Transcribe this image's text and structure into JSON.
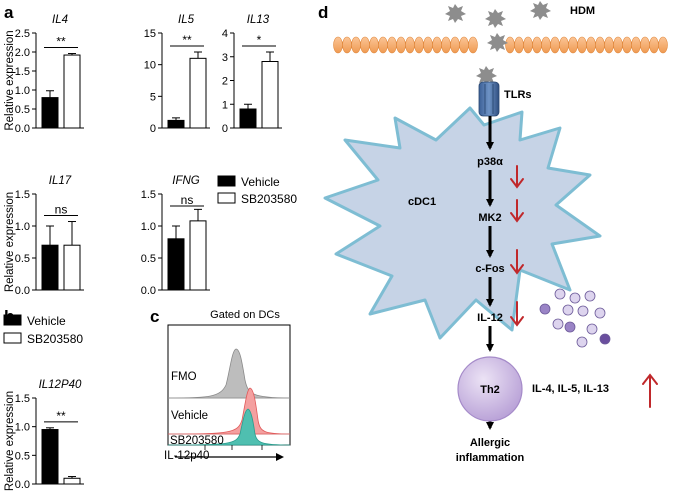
{
  "panel_labels": {
    "a": "a",
    "b": "b",
    "c": "c",
    "d": "d"
  },
  "y_axis_label": "Relative expression",
  "legend": {
    "vehicle": "Vehicle",
    "treated": "SB203580"
  },
  "legend_b": {
    "vehicle": "Vehicle",
    "treated": "SB203580"
  },
  "colors": {
    "vehicle": "#000000",
    "treated": "#ffffff",
    "cell": "#c9d6e8",
    "cell_edge": "#7fb6cf",
    "membrane": "#f4a766",
    "arrow_red": "#c0282b",
    "th2": "#c9b6e2",
    "fmo": "#b9b9b9",
    "vehicle_hist": "#f08b8b",
    "sb_hist": "#3fb7a8"
  },
  "chart_data": [
    {
      "type": "bar",
      "title": "IL4",
      "categories": [
        "Vehicle",
        "SB203580"
      ],
      "values": [
        0.8,
        1.92
      ],
      "errors": [
        0.18,
        0.04
      ],
      "ylim": [
        0,
        2.5
      ],
      "yticks": [
        "0.0",
        "0.5",
        "1.0",
        "1.5",
        "2.0",
        "2.5"
      ],
      "significance": "**",
      "ylabel": "Relative expression"
    },
    {
      "type": "bar",
      "title": "IL5",
      "categories": [
        "Vehicle",
        "SB203580"
      ],
      "values": [
        1.2,
        11.0
      ],
      "errors": [
        0.4,
        1.0
      ],
      "ylim": [
        0,
        15
      ],
      "yticks": [
        "0",
        "5",
        "10",
        "15"
      ],
      "significance": "**"
    },
    {
      "type": "bar",
      "title": "IL13",
      "categories": [
        "Vehicle",
        "SB203580"
      ],
      "values": [
        0.8,
        2.8
      ],
      "errors": [
        0.2,
        0.4
      ],
      "ylim": [
        0,
        4
      ],
      "yticks": [
        "0",
        "1",
        "2",
        "3",
        "4"
      ],
      "significance": "*"
    },
    {
      "type": "bar",
      "title": "IL17",
      "categories": [
        "Vehicle",
        "SB203580"
      ],
      "values": [
        0.7,
        0.7
      ],
      "errors": [
        0.3,
        0.37
      ],
      "ylim": [
        0,
        1.5
      ],
      "yticks": [
        "0.0",
        "0.5",
        "1.0",
        "1.5"
      ],
      "significance": "ns",
      "ylabel": "Relative expression"
    },
    {
      "type": "bar",
      "title": "IFNG",
      "categories": [
        "Vehicle",
        "SB203580"
      ],
      "values": [
        0.8,
        1.08
      ],
      "errors": [
        0.2,
        0.18
      ],
      "ylim": [
        0,
        1.5
      ],
      "yticks": [
        "0.0",
        "0.5",
        "1.0",
        "1.5"
      ],
      "significance": "ns"
    },
    {
      "type": "bar",
      "title": "IL12P40",
      "categories": [
        "Vehicle",
        "SB203580"
      ],
      "values": [
        0.95,
        0.1
      ],
      "errors": [
        0.03,
        0.03
      ],
      "ylim": [
        0,
        1.5
      ],
      "yticks": [
        "0.0",
        "0.5",
        "1.0",
        "1.5"
      ],
      "significance": "**",
      "ylabel": "Relative expression"
    }
  ],
  "flow": {
    "title": "Gated on DCs",
    "rows": [
      "FMO",
      "Vehicle",
      "SB203580"
    ],
    "xlabel": "IL-12p40"
  },
  "pathway": {
    "hdm": "HDM",
    "tlrs": "TLRs",
    "cell_label": "cDC1",
    "steps": [
      "p38α",
      "MK2",
      "c-Fos",
      "IL-12"
    ],
    "th2": "Th2",
    "cytokines": "IL-4, IL-5, IL-13",
    "outcome_line1": "Allergic",
    "outcome_line2": "inflammation"
  }
}
